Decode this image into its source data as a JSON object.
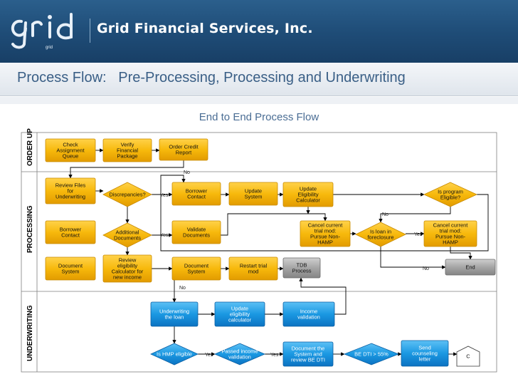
{
  "header": {
    "logo_text": "grid",
    "company": "Grid Financial Services, Inc."
  },
  "title": "Process Flow:   Pre-Processing, Processing and Underwriting",
  "subtitle": "End to End Process Flow",
  "colors": {
    "header": "#1f4d78",
    "yellow_node": "#f5b800",
    "blue_node": "#1a96e0",
    "grey_node": "#9a9a9a",
    "edge": "#000000"
  },
  "lanes": [
    {
      "id": "order",
      "label": "ORDER UP"
    },
    {
      "id": "processing",
      "label": "PROCESSING"
    },
    {
      "id": "underwriting",
      "label": "UNDERWRITING"
    }
  ],
  "nodes": [
    {
      "id": "check",
      "shape": "rect",
      "color": "yellow",
      "lines": [
        "Check",
        "Assignment",
        "Queue"
      ]
    },
    {
      "id": "verify",
      "shape": "rect",
      "color": "yellow",
      "lines": [
        "Verify",
        "Financial",
        "Package"
      ]
    },
    {
      "id": "credit",
      "shape": "rect",
      "color": "yellow",
      "lines": [
        "Order Credit",
        "Report"
      ]
    },
    {
      "id": "review",
      "shape": "rect",
      "color": "yellow",
      "lines": [
        "Review Files",
        "for",
        "Underwriting"
      ]
    },
    {
      "id": "discrep",
      "shape": "diamond",
      "color": "yellow",
      "lines": [
        "Discrepancies?"
      ]
    },
    {
      "id": "bcontact1",
      "shape": "rect",
      "color": "yellow",
      "lines": [
        "Borrower",
        "Contact"
      ]
    },
    {
      "id": "updsys",
      "shape": "rect",
      "color": "yellow",
      "lines": [
        "Update",
        "System"
      ]
    },
    {
      "id": "updcalc",
      "shape": "rect",
      "color": "yellow",
      "lines": [
        "Update",
        "Eligibility",
        "Calculator"
      ]
    },
    {
      "id": "isprog",
      "shape": "diamond",
      "color": "yellow",
      "lines": [
        "Is program",
        "Eligible?"
      ]
    },
    {
      "id": "bcontact2",
      "shape": "rect",
      "color": "yellow",
      "lines": [
        "Borrower",
        "Contact"
      ]
    },
    {
      "id": "adddocs",
      "shape": "diamond",
      "color": "yellow",
      "lines": [
        "Additional",
        "Documents"
      ]
    },
    {
      "id": "validate",
      "shape": "rect",
      "color": "yellow",
      "lines": [
        "Validate",
        "Documents"
      ]
    },
    {
      "id": "cancel1",
      "shape": "rect",
      "color": "yellow",
      "lines": [
        "Cancel current",
        "trial mod:",
        "Pursue Non-",
        "HAMP"
      ]
    },
    {
      "id": "foreclose",
      "shape": "diamond",
      "color": "yellow",
      "lines": [
        "Is loan in",
        "foreclosure"
      ]
    },
    {
      "id": "cancel2",
      "shape": "rect",
      "color": "yellow",
      "lines": [
        "Cancel current",
        "trial mod:",
        "Pursue Non-",
        "HAMP"
      ]
    },
    {
      "id": "docsys1",
      "shape": "rect",
      "color": "yellow",
      "lines": [
        "Document",
        "System"
      ]
    },
    {
      "id": "reviewcalc",
      "shape": "rect",
      "color": "yellow",
      "lines": [
        "Review",
        "eligibility",
        "Calculator for",
        "new income"
      ]
    },
    {
      "id": "docsys2",
      "shape": "rect",
      "color": "yellow",
      "lines": [
        "Document",
        "System"
      ]
    },
    {
      "id": "restart",
      "shape": "rect",
      "color": "yellow",
      "lines": [
        "Restart trial",
        "mod"
      ]
    },
    {
      "id": "tbd",
      "shape": "rect",
      "color": "grey",
      "lines": [
        "TDB",
        "Process"
      ]
    },
    {
      "id": "end",
      "shape": "rect",
      "color": "grey",
      "lines": [
        "End"
      ]
    },
    {
      "id": "uw",
      "shape": "rect",
      "color": "blue",
      "lines": [
        "Underwriting",
        "the loan"
      ]
    },
    {
      "id": "updcalc2",
      "shape": "rect",
      "color": "blue",
      "lines": [
        "Update",
        "eligibility",
        "calculator"
      ]
    },
    {
      "id": "income",
      "shape": "rect",
      "color": "blue",
      "lines": [
        "Income",
        "validation"
      ]
    },
    {
      "id": "hmp",
      "shape": "diamond",
      "color": "blue",
      "lines": [
        "Is HMP eligible"
      ]
    },
    {
      "id": "passed",
      "shape": "diamond",
      "color": "blue",
      "lines": [
        "Passed income",
        "validation"
      ]
    },
    {
      "id": "docreview",
      "shape": "rect",
      "color": "blue",
      "lines": [
        "Document the",
        "System and",
        "review BE DTI"
      ]
    },
    {
      "id": "dti",
      "shape": "diamond",
      "color": "blue",
      "lines": [
        "BE DTI > 55%"
      ]
    },
    {
      "id": "counsel",
      "shape": "rect",
      "color": "blue",
      "lines": [
        "Send",
        "counseling",
        "letter"
      ]
    },
    {
      "id": "conn",
      "shape": "pent",
      "color": "white",
      "lines": [
        "C"
      ]
    }
  ],
  "edge_labels": [
    {
      "id": "no1",
      "text": "No"
    },
    {
      "id": "yes1",
      "text": "Yes"
    },
    {
      "id": "no2",
      "text": "No"
    },
    {
      "id": "yes2",
      "text": "Yes"
    },
    {
      "id": "yes3",
      "text": "Yes"
    },
    {
      "id": "no3",
      "text": "No"
    },
    {
      "id": "no4",
      "text": "No"
    },
    {
      "id": "yes4",
      "text": "Yes"
    },
    {
      "id": "yes5",
      "text": "Yes"
    }
  ]
}
